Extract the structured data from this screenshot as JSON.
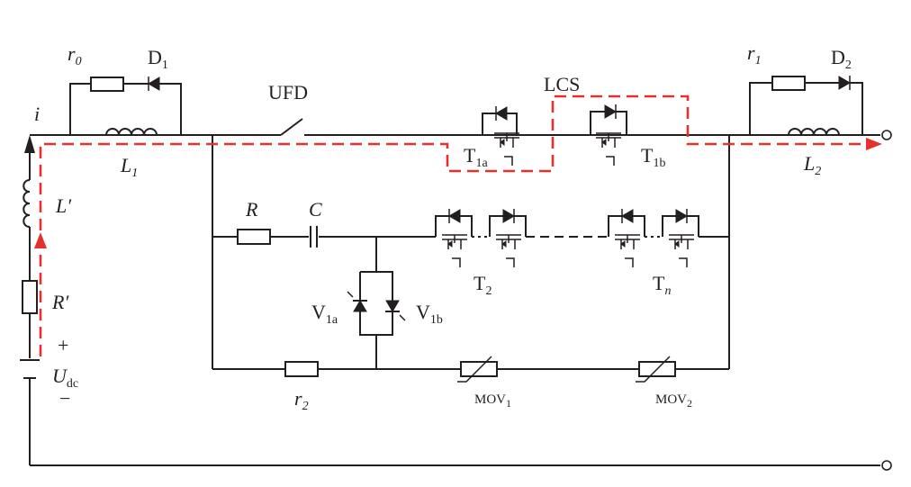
{
  "labels": {
    "r0": {
      "base": "r",
      "sub": "0"
    },
    "d1": {
      "base": "D",
      "sub": "1"
    },
    "i": "i",
    "l1": {
      "base": "L",
      "sub": "1"
    },
    "ufd": "UFD",
    "lcs": "LCS",
    "t1a": {
      "base": "T",
      "sub": "1a"
    },
    "t1b": {
      "base": "T",
      "sub": "1b"
    },
    "r1": {
      "base": "r",
      "sub": "1"
    },
    "d2": {
      "base": "D",
      "sub": "2"
    },
    "l2": {
      "base": "L",
      "sub": "2"
    },
    "lprime": "L′",
    "rprime": "R′",
    "plus": "+",
    "minus": "−",
    "udc": {
      "base": "U",
      "sub": "dc"
    },
    "R": "R",
    "C": "C",
    "t2": {
      "base": "T",
      "sub": "2"
    },
    "tn": {
      "base": "T",
      "sub": "n"
    },
    "v1a": {
      "base": "V",
      "sub": "1a"
    },
    "v1b": {
      "base": "V",
      "sub": "1b"
    },
    "r2": {
      "base": "r",
      "sub": "2"
    },
    "mov1": {
      "base": "MOV",
      "sub": "1"
    },
    "mov2": {
      "base": "MOV",
      "sub": "2"
    }
  },
  "colors": {
    "wire": "#231f20",
    "current_path": "#e4312b"
  },
  "icons": [
    "resistor-icon",
    "inductor-icon",
    "diode-icon",
    "switch-icon",
    "igbt-icon",
    "capacitor-icon",
    "thyristor-icon",
    "varistor-icon",
    "dc-source-icon",
    "terminal-icon",
    "current-arrow-icon"
  ]
}
